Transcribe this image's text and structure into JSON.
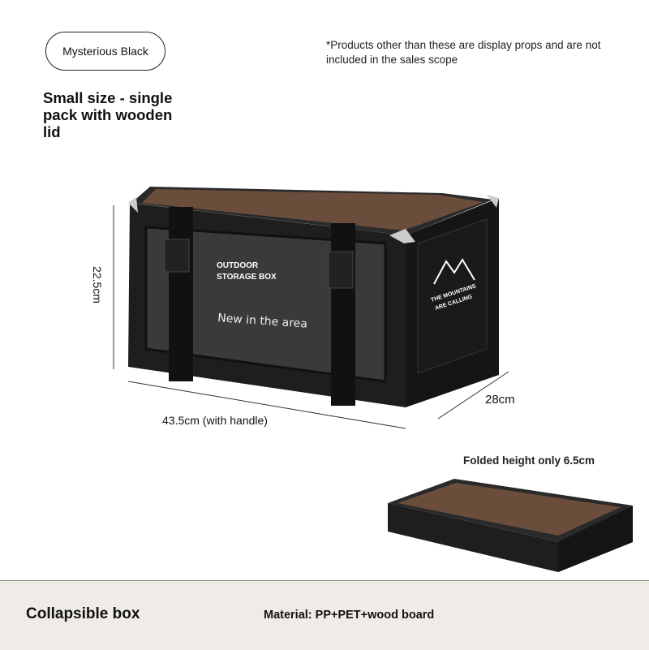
{
  "color_label": "Mysterious Black",
  "disclaimer": "*Products other than these are display props and are not included in the sales scope",
  "subtitle": "Small size - single pack with wooden lid",
  "dimensions": {
    "height": "22.5cm",
    "width": "43.5cm (with handle)",
    "depth": "28cm"
  },
  "box_print": {
    "line1": "OUTDOOR",
    "line2": "STORAGE BOX",
    "tagline": "New in the area",
    "side1": "THE MOUNTAINS",
    "side2": "ARE CALLING"
  },
  "folded_note": "Folded height only 6.5cm",
  "footer": {
    "type": "Collapsible box",
    "material": "Material: PP+PET+wood board"
  },
  "colors": {
    "box": "#1c1c1c",
    "wood": "#6b4d3c",
    "footer_bg": "#efece7"
  }
}
